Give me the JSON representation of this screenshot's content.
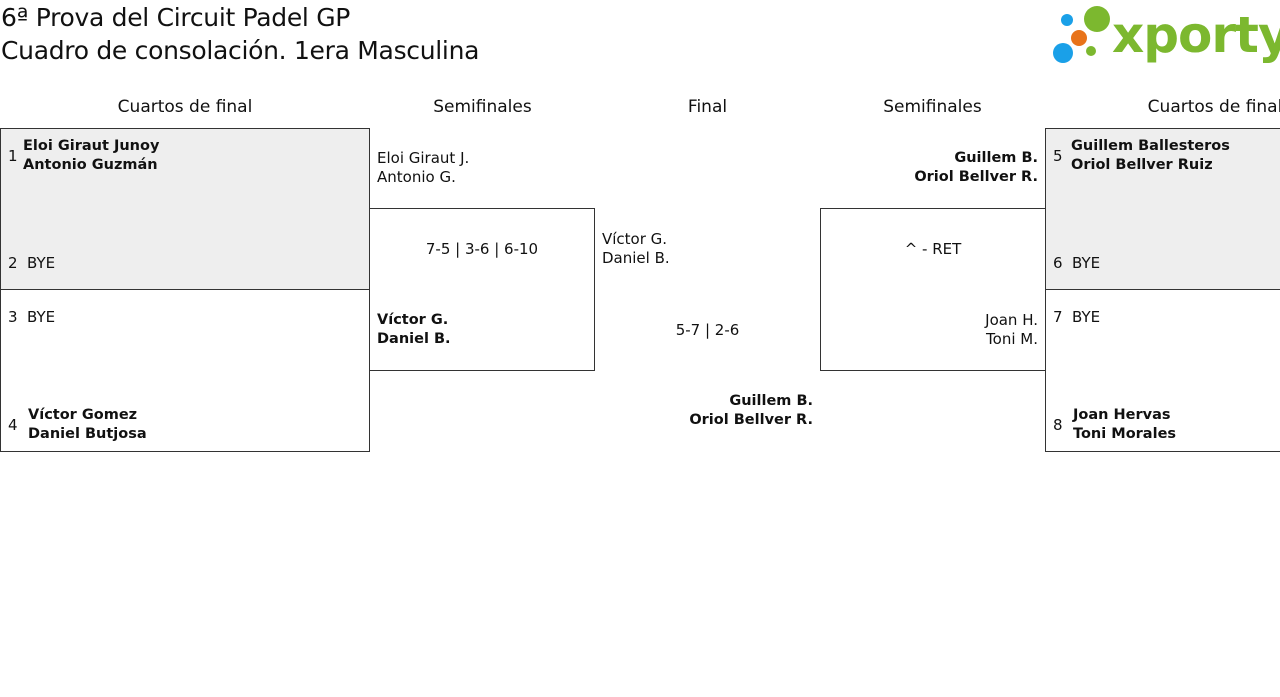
{
  "header": {
    "title_line1": "6ª Prova del Circuit Padel GP",
    "title_line2": "Cuadro de consolación. 1era Masculina"
  },
  "logo": {
    "text": "xporty",
    "colors": {
      "green": "#7cb82f",
      "blue": "#1aa0e8",
      "orange": "#e8731a"
    }
  },
  "rounds": {
    "left_qf": "Cuartos de final",
    "left_sf": "Semifinales",
    "final": "Final",
    "right_sf": "Semifinales",
    "right_qf": "Cuartos de final"
  },
  "quarterfinals": {
    "left": [
      {
        "seed": "1",
        "players": [
          "Eloi Giraut Junoy",
          "Antonio Guzmán"
        ]
      },
      {
        "seed": "2",
        "players": [
          "BYE"
        ]
      },
      {
        "seed": "3",
        "players": [
          "BYE"
        ]
      },
      {
        "seed": "4",
        "players": [
          "Víctor Gomez",
          "Daniel Butjosa"
        ]
      }
    ],
    "right": [
      {
        "seed": "5",
        "players": [
          "Guillem Ballesteros",
          "Oriol Bellver Ruiz"
        ]
      },
      {
        "seed": "6",
        "players": [
          "BYE"
        ]
      },
      {
        "seed": "7",
        "players": [
          "BYE"
        ]
      },
      {
        "seed": "8",
        "players": [
          "Joan Hervas",
          "Toni Morales"
        ]
      }
    ]
  },
  "semifinals": {
    "left": {
      "top": [
        "Eloi Giraut J.",
        "Antonio G."
      ],
      "score": "7-5 | 3-6 | 6-10",
      "bottom": [
        "Víctor G.",
        "Daniel B."
      ]
    },
    "right": {
      "top": [
        "Guillem B.",
        "Oriol Bellver R."
      ],
      "score": "^ - RET",
      "bottom": [
        "Joan H.",
        "Toni M."
      ]
    }
  },
  "final": {
    "top": [
      "Víctor G.",
      "Daniel B."
    ],
    "score": "5-7 | 2-6",
    "bottom": [
      "Guillem B.",
      "Oriol Bellver R."
    ]
  }
}
